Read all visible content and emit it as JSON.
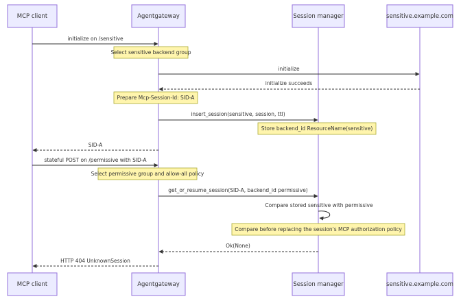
{
  "participants": [
    {
      "id": "client",
      "label": "MCP client"
    },
    {
      "id": "gateway",
      "label": "Agentgateway"
    },
    {
      "id": "session",
      "label": "Session manager"
    },
    {
      "id": "backend",
      "label": "sensitive.example.com"
    }
  ],
  "messages": [
    {
      "from": "client",
      "to": "gateway",
      "text": "initialize on /sensitive",
      "style": "solid"
    },
    {
      "from": "gateway",
      "to": "backend",
      "text": "initialize",
      "style": "solid"
    },
    {
      "from": "backend",
      "to": "gateway",
      "text": "initialize succeeds",
      "style": "dashed"
    },
    {
      "from": "gateway",
      "to": "session",
      "text": "insert_session(sensitive, session, ttl)",
      "style": "solid"
    },
    {
      "from": "gateway",
      "to": "client",
      "text": "SID-A",
      "style": "dashed"
    },
    {
      "from": "client",
      "to": "gateway",
      "text": "stateful POST on /permissive with SID-A",
      "style": "solid"
    },
    {
      "from": "gateway",
      "to": "session",
      "text": "get_or_resume_session(SID-A, backend_id permissive)",
      "style": "solid"
    },
    {
      "from": "session",
      "to": "session",
      "text": "Compare stored sensitive with permissive",
      "style": "self"
    },
    {
      "from": "session",
      "to": "gateway",
      "text": "Ok(None)",
      "style": "dashed"
    },
    {
      "from": "gateway",
      "to": "client",
      "text": "HTTP 404 UnknownSession",
      "style": "dashed"
    }
  ],
  "notes": [
    {
      "over": "gateway",
      "text": "Select sensitive backend group"
    },
    {
      "over": "gateway",
      "text": "Prepare Mcp-Session-Id: SID-A"
    },
    {
      "over": "session",
      "text": "Store backend_id ResourceName(sensitive)"
    },
    {
      "over": "gateway",
      "text": "Select permissive group and allow-all policy"
    },
    {
      "over": "session",
      "text": "Compare before replacing the session's MCP authorization policy"
    }
  ]
}
